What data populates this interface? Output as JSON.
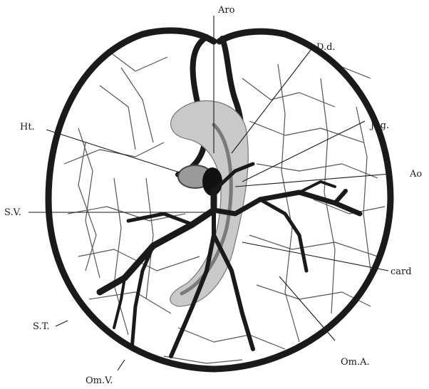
{
  "figure": {
    "labels": {
      "aro": "Aro",
      "dd": "D.d.",
      "jug": "Jug.",
      "ht": "Ht.",
      "ao": "Ao",
      "sv": "S.V.",
      "card": "card",
      "st": "S.T.",
      "oma": "Om.A.",
      "omv": "Om.V."
    },
    "colors": {
      "ink": "#1a1a1a",
      "embryo_fill": "#c9c9c9",
      "background": "#ffffff"
    }
  }
}
